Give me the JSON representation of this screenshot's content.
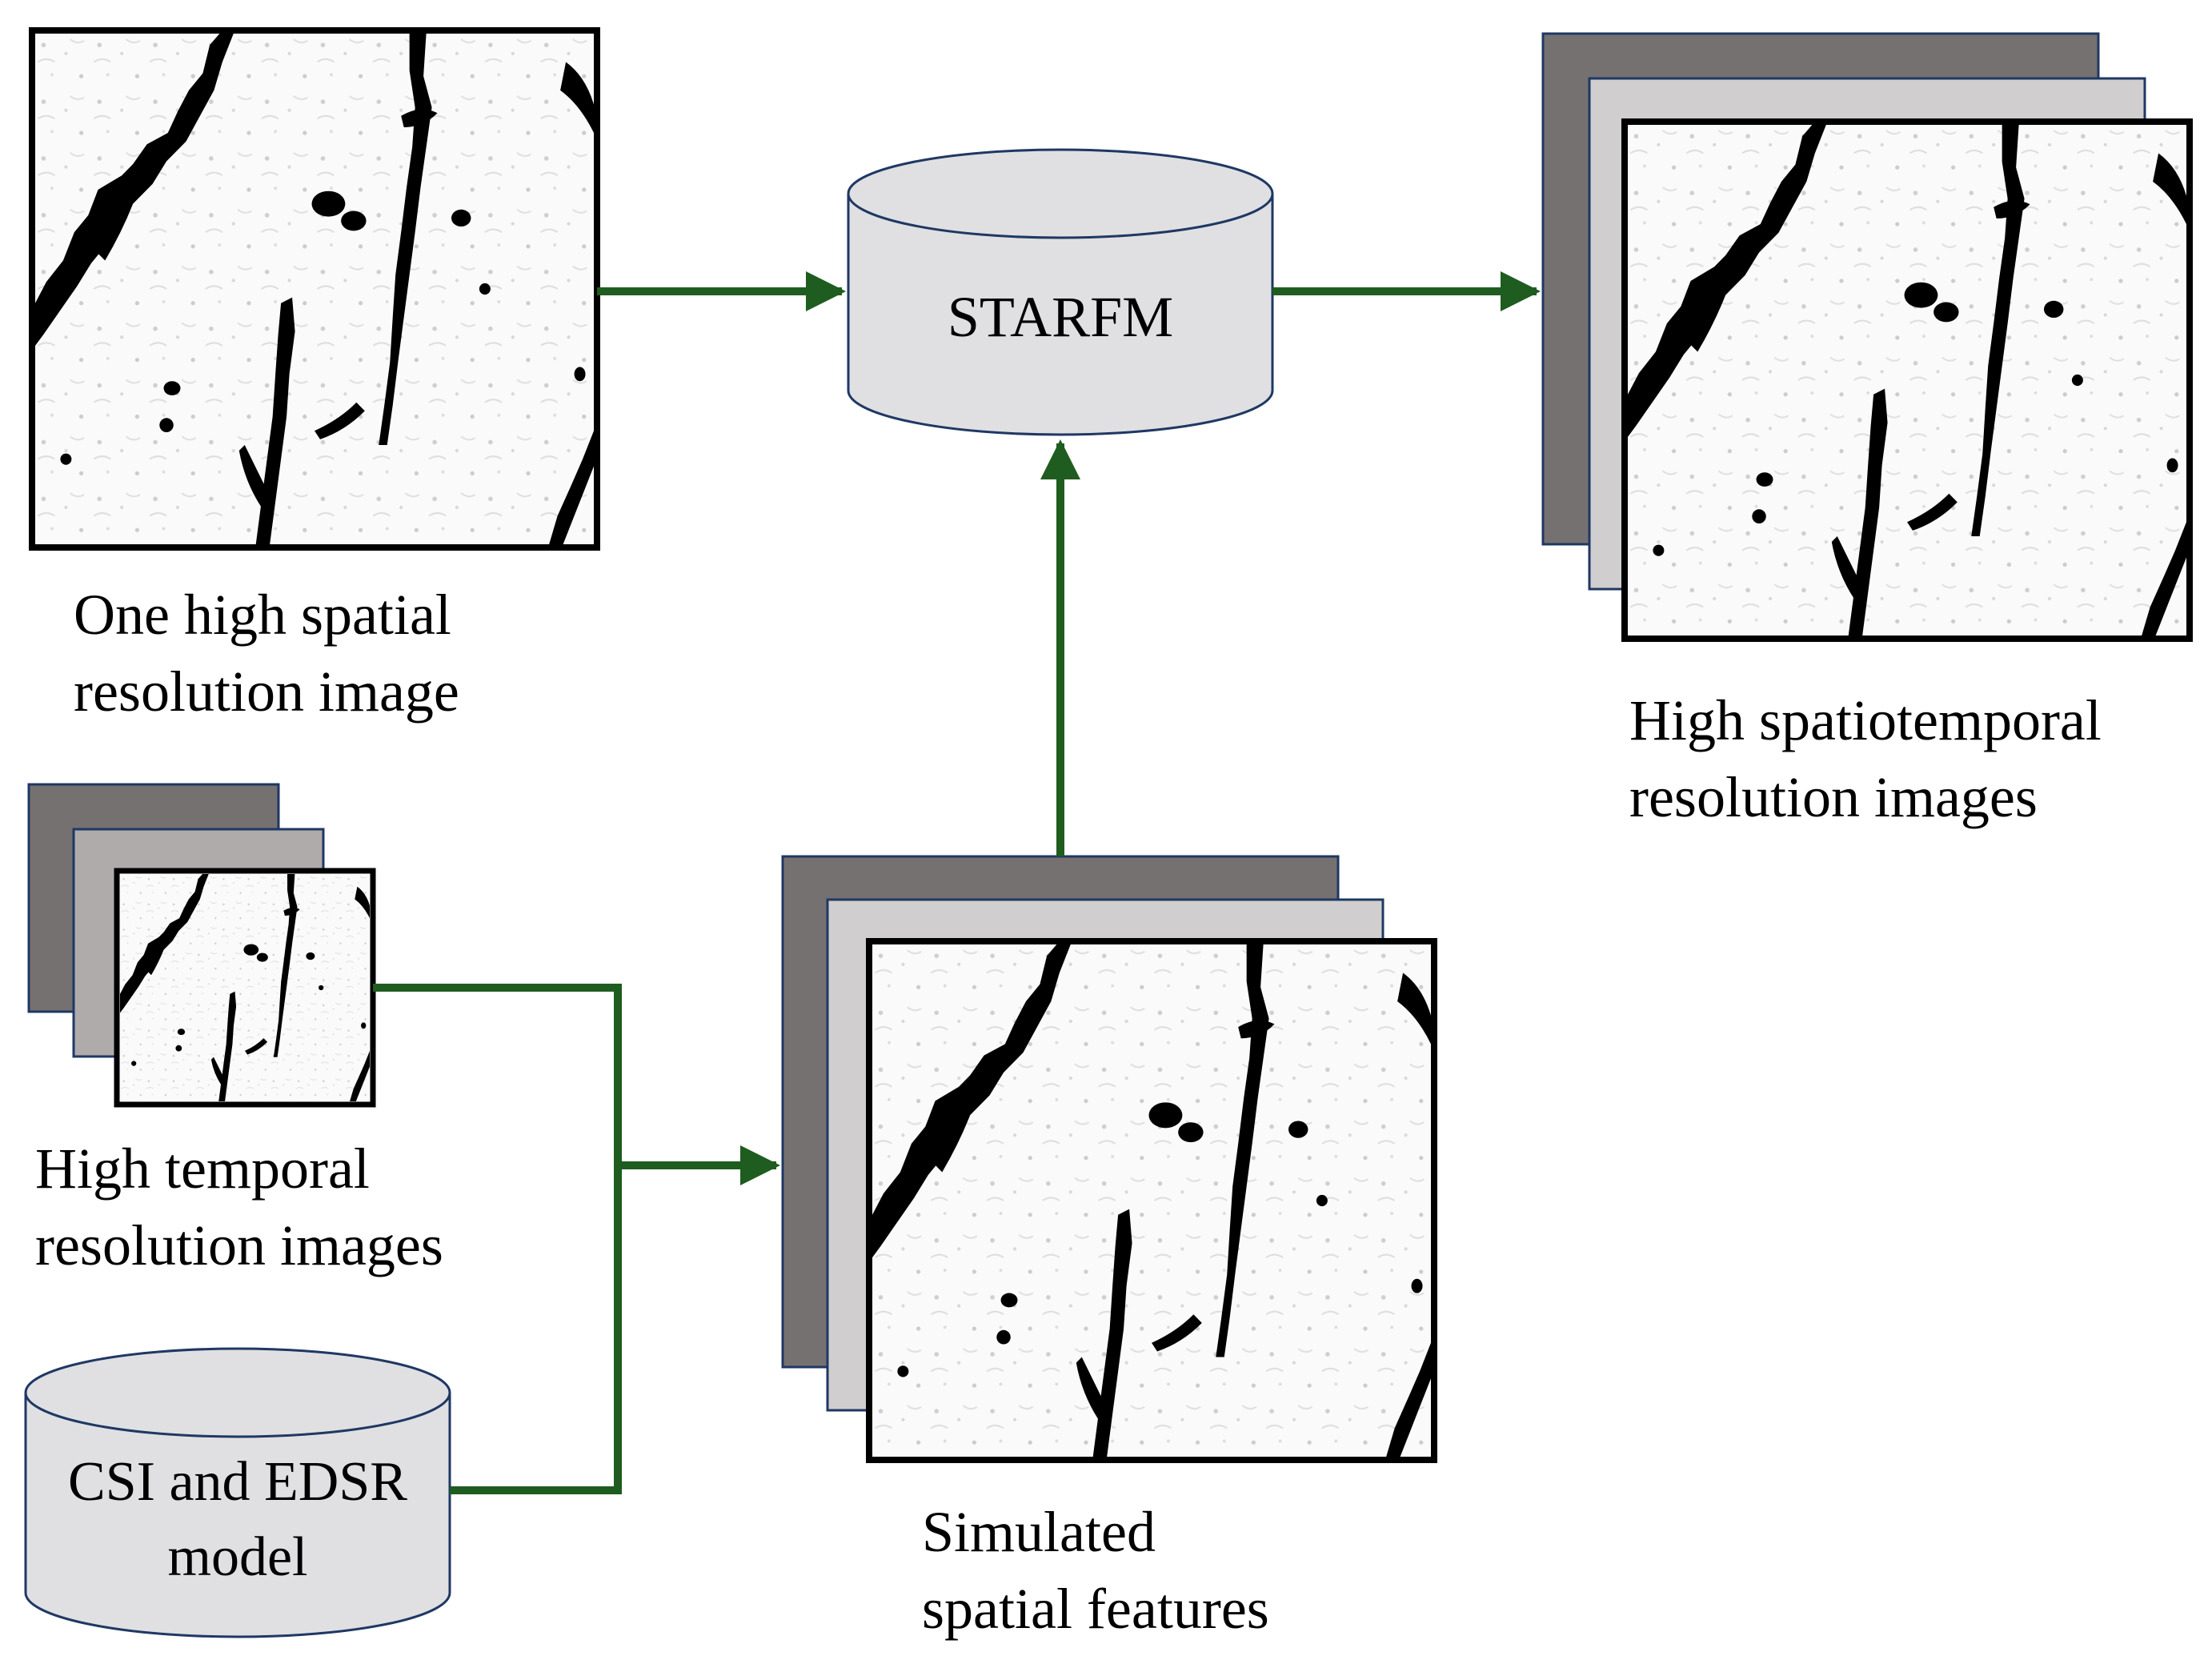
{
  "nodes": {
    "starfm": {
      "label": "STARFM"
    },
    "csi_edsr": {
      "line1": "CSI and EDSR",
      "line2": "model"
    },
    "input_image": {
      "line1": "One high spatial",
      "line2": "resolution image"
    },
    "temporal_images": {
      "line1": "High temporal",
      "line2": "resolution images"
    },
    "simulated_features": {
      "line1": "Simulated",
      "line2": "spatial features"
    },
    "output_images": {
      "line1": "High spatiotemporal",
      "line2": "resolution images"
    }
  },
  "colors": {
    "arrow": "#1f5c1f",
    "cylinder_fill": "#e0e0e2",
    "cylinder_stroke": "#1f3864",
    "stack_dark": "#767171",
    "stack_light": "#d0cece",
    "stack_mid": "#afabab",
    "crack": "#000000",
    "texture": "#f4f4f4"
  },
  "icons": [
    "cylinder-icon",
    "image-stack-icon",
    "crack-texture-image"
  ]
}
